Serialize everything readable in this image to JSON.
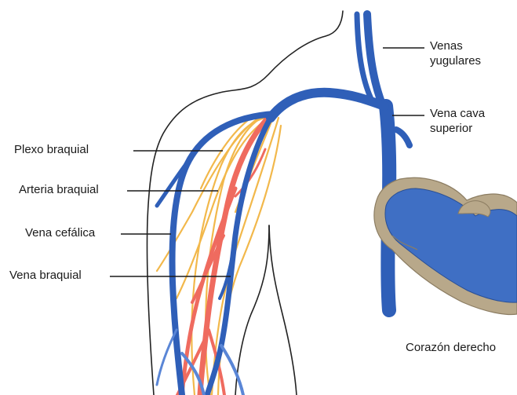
{
  "labels": {
    "venas_yugulares_line1": "Venas",
    "venas_yugulares_line2": "yugulares",
    "vena_cava_line1": "Vena cava",
    "vena_cava_line2": "superior",
    "plexo_braquial": "Plexo braquial",
    "arteria_braquial": "Arteria braquial",
    "vena_cefalica": "Vena cefálica",
    "vena_braquial": "Vena braquial",
    "corazon_derecho": "Corazón derecho"
  },
  "colors": {
    "vein": "#2f5fb8",
    "vein_light": "#5a86d6",
    "artery": "#ef6b5f",
    "nerve": "#f2b84b",
    "outline": "#222222",
    "heart_rim": "#b8a88a",
    "heart_fill": "#3f6fc4",
    "leader": "#1a1a1a"
  }
}
